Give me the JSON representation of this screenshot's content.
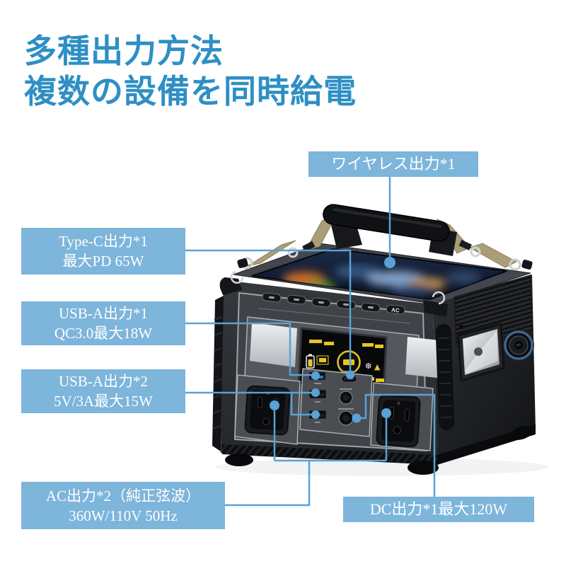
{
  "title": {
    "line1": "多種出力方法",
    "line2": "複数の設備を同時給電"
  },
  "callouts": {
    "wireless": {
      "label": "ワイヤレス出力*1"
    },
    "type_c": {
      "line1": "Type-C出力*1",
      "line2": "最大PD 65W"
    },
    "usb_a1": {
      "line1": "USB-A出力*1",
      "line2": "QC3.0最大18W"
    },
    "usb_a2": {
      "line1": "USB-A出力*2",
      "line2": "5V/3A最大15W"
    },
    "ac": {
      "line1": "AC出力*2（純正弦波）",
      "line2": "360W/110V 50Hz"
    },
    "dc": {
      "label": "DC出力*1最大120W"
    }
  },
  "device": {
    "ac_button_label": "AC",
    "icons": {
      "fan_glyph": "❆",
      "warning_glyph": "▲"
    }
  },
  "colors": {
    "title_color": "#2e8fc4",
    "callout_bg": "#7db5db",
    "callout_text": "#ffffff",
    "line_color": "#58a2d7"
  }
}
